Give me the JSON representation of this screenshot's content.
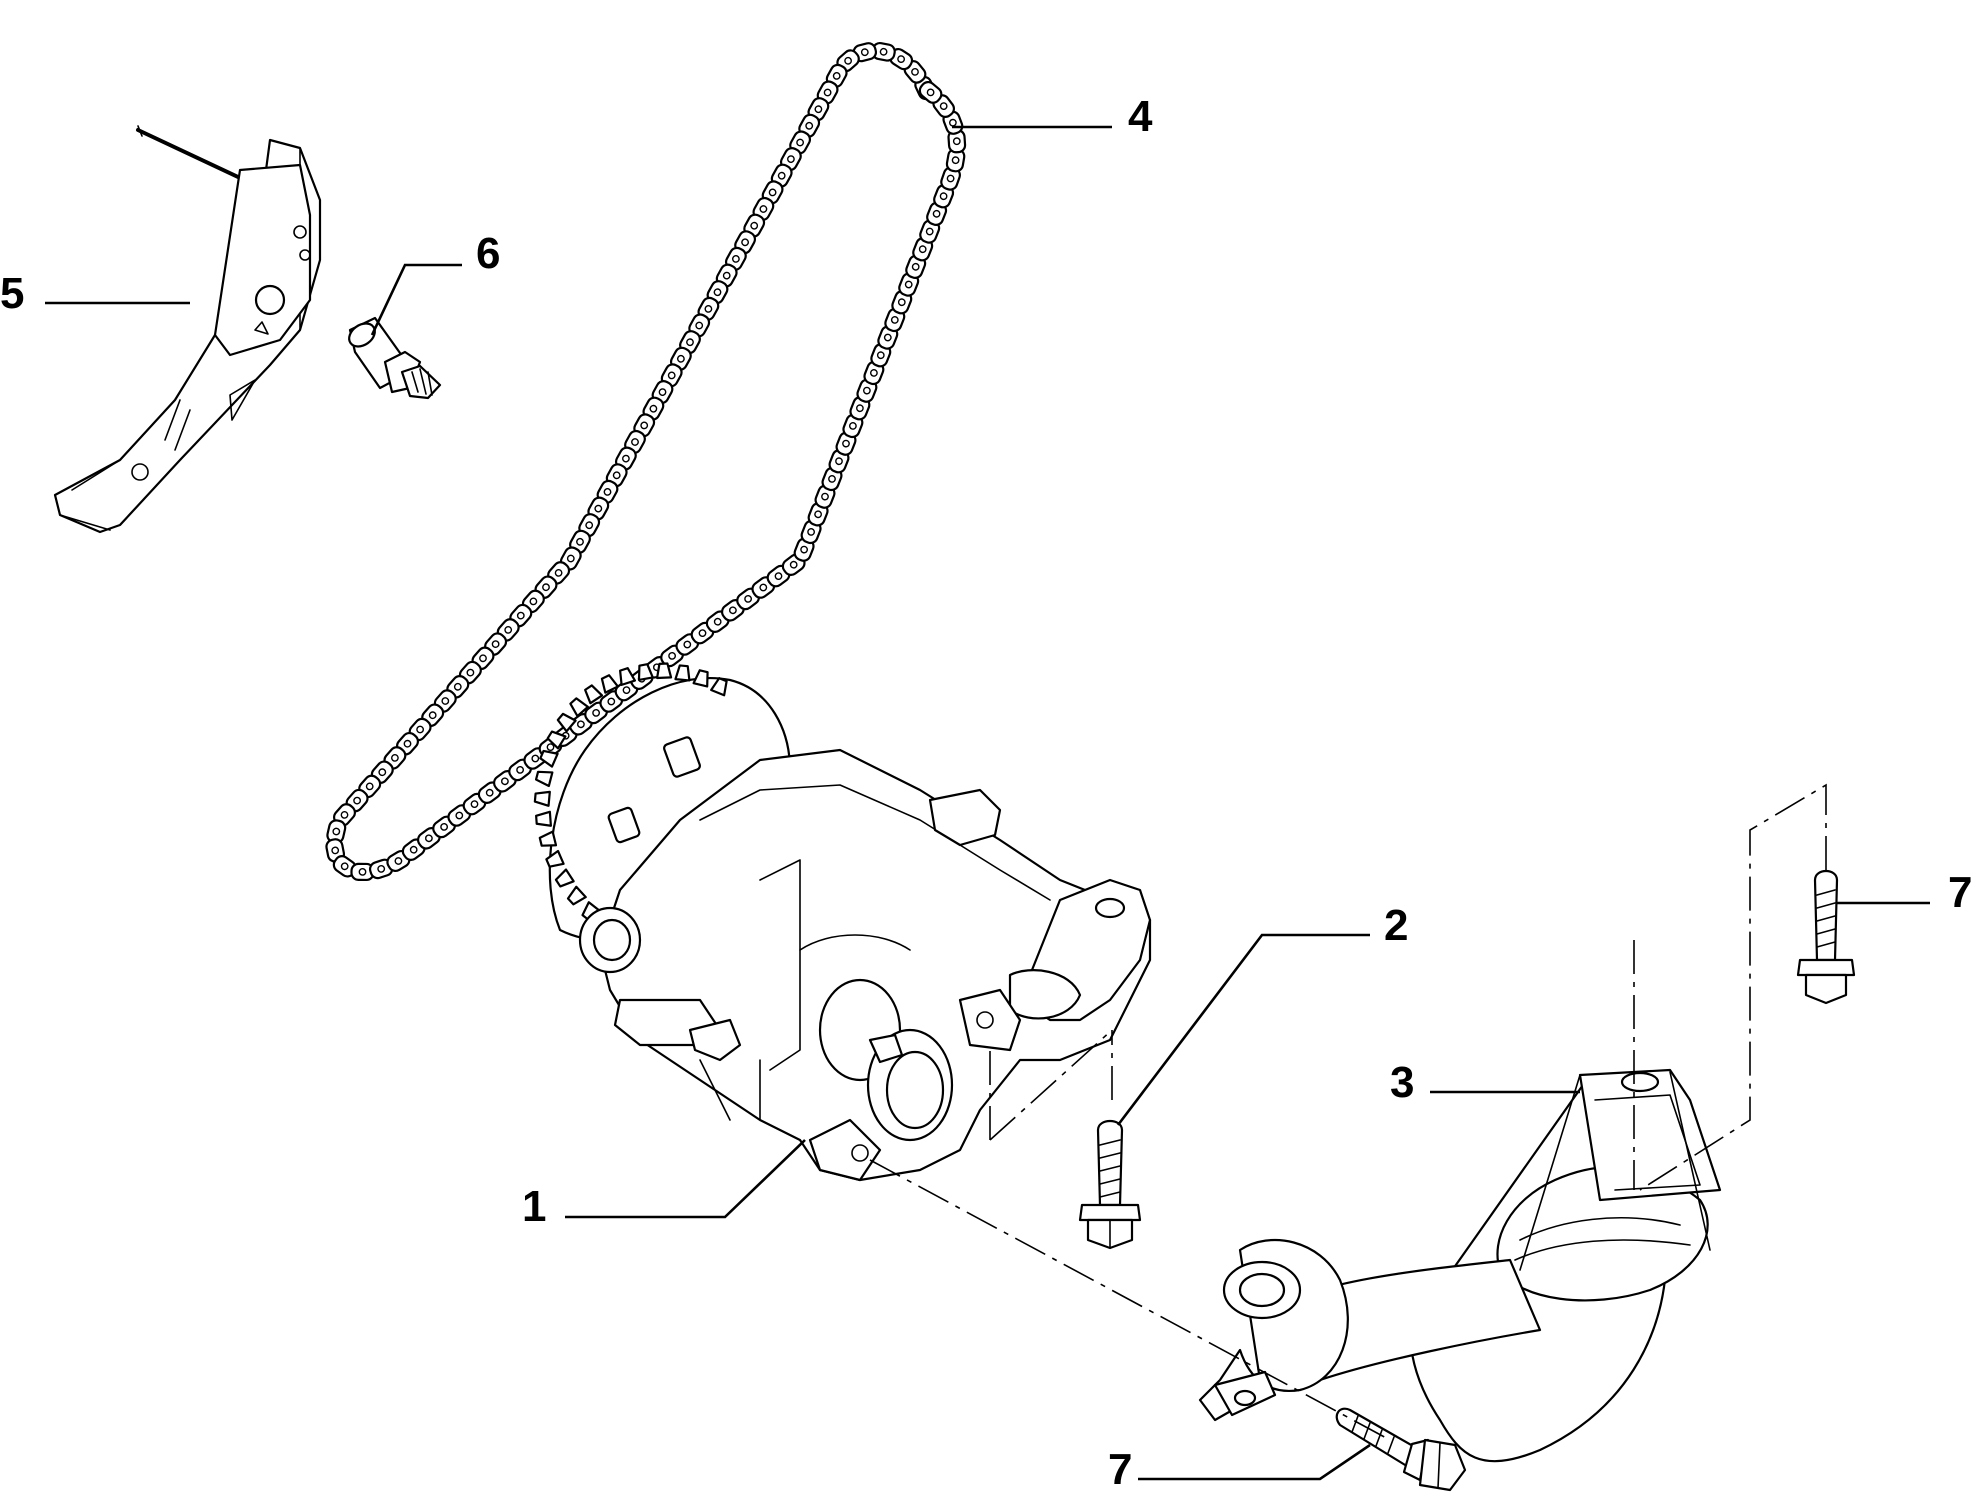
{
  "callouts": [
    {
      "id": "1",
      "label": "1"
    },
    {
      "id": "2",
      "label": "2"
    },
    {
      "id": "3",
      "label": "3"
    },
    {
      "id": "4",
      "label": "4"
    },
    {
      "id": "5",
      "label": "5"
    },
    {
      "id": "6",
      "label": "6"
    },
    {
      "id": "7a",
      "label": "7"
    },
    {
      "id": "7b",
      "label": "7"
    }
  ],
  "colors": {
    "line": "#000000",
    "background": "#ffffff"
  }
}
